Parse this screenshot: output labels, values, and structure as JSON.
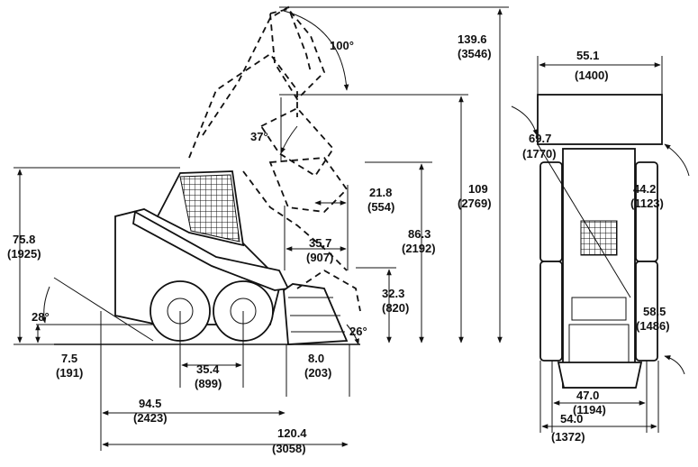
{
  "side_view": {
    "height_to_bucket_pin": {
      "in": "139.6",
      "mm": "(3546)"
    },
    "max_dump_angle": "100°",
    "dump_height": {
      "in": "109",
      "mm": "(2769)"
    },
    "dump_angle": "37°",
    "dump_reach": {
      "in": "21.8",
      "mm": "(554)"
    },
    "bucket_height_carry": {
      "in": "86.3",
      "mm": "(2192)"
    },
    "reach_at_height": {
      "in": "35.7",
      "mm": "(907)"
    },
    "overall_height": {
      "in": "75.8",
      "mm": "(1925)"
    },
    "ground_clearance_angle": "28°",
    "bucket_height": {
      "in": "32.3",
      "mm": "(820)"
    },
    "rollback_angle": "26°",
    "seat_height_rear": {
      "in": "7.5",
      "mm": "(191)"
    },
    "clearance": {
      "in": "8.0",
      "mm": "(203)"
    },
    "wheelbase": {
      "in": "35.4",
      "mm": "(899)"
    },
    "length_without_bucket": {
      "in": "94.5",
      "mm": "(2423)"
    },
    "length_with_bucket": {
      "in": "120.4",
      "mm": "(3058)"
    }
  },
  "top_view": {
    "bucket_width": {
      "in": "55.1",
      "mm": "(1400)"
    },
    "turning_radius_bucket": {
      "in": "69.7",
      "mm": "(1770)"
    },
    "turning_radius_front": {
      "in": "44.2",
      "mm": "(1123)"
    },
    "turning_radius_rear": {
      "in": "58.5",
      "mm": "(1486)"
    },
    "tread_width": {
      "in": "47.0",
      "mm": "(1194)"
    },
    "overall_width": {
      "in": "54.0",
      "mm": "(1372)"
    }
  }
}
